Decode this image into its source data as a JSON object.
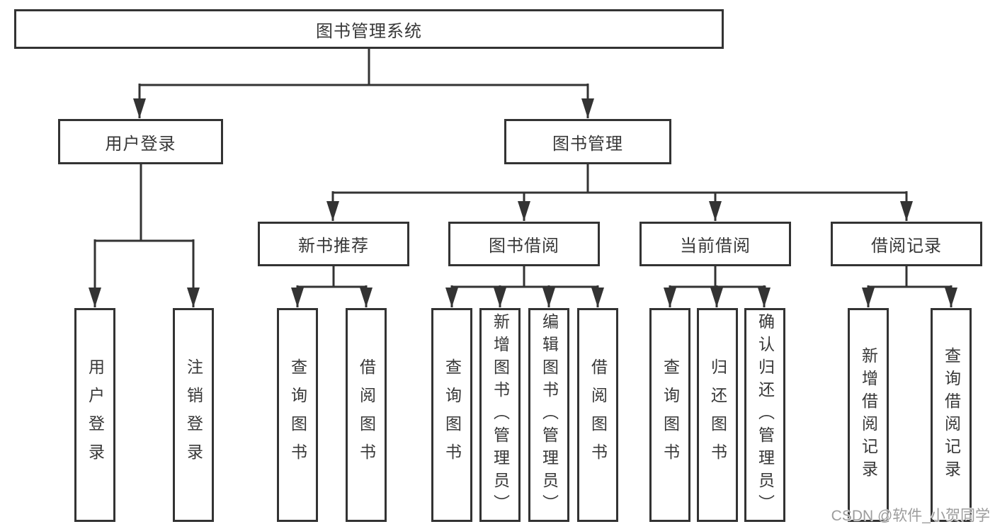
{
  "root": {
    "label": "图书管理系统"
  },
  "nodes": {
    "user_login": {
      "label": "用户登录"
    },
    "book_management": {
      "label": "图书管理"
    },
    "new_book_recommend": {
      "label": "新书推荐"
    },
    "book_borrowing": {
      "label": "图书借阅"
    },
    "current_borrowing": {
      "label": "当前借阅"
    },
    "borrowing_records": {
      "label": "借阅记录"
    }
  },
  "leaves": {
    "user_login": {
      "label": "用户登录",
      "parent": "用户登录"
    },
    "logout": {
      "label": "注销登录",
      "parent": "用户登录"
    },
    "nb_query_books": {
      "label": "查询图书",
      "parent": "新书推荐"
    },
    "nb_borrow_books": {
      "label": "借阅图书",
      "parent": "新书推荐"
    },
    "bb_query_books": {
      "label": "查询图书",
      "parent": "图书借阅"
    },
    "bb_add_books_admin": {
      "label": "新增图书（管理员）",
      "parent": "图书借阅"
    },
    "bb_edit_books_admin": {
      "label": "编辑图书（管理员）",
      "parent": "图书借阅"
    },
    "bb_borrow_books": {
      "label": "借阅图书",
      "parent": "图书借阅"
    },
    "cb_query_books": {
      "label": "查询图书",
      "parent": "当前借阅"
    },
    "cb_return_books": {
      "label": "归还图书",
      "parent": "当前借阅"
    },
    "cb_confirm_return_admin": {
      "label": "确认归还（管理员）",
      "parent": "当前借阅"
    },
    "br_add_record": {
      "label": "新增借阅记录",
      "parent": "借阅记录"
    },
    "br_query_record": {
      "label": "查询借阅记录",
      "parent": "借阅记录"
    }
  },
  "watermark": "CSDN @软件_小贺同学",
  "colors": {
    "line": "#333333",
    "box_border": "#333333",
    "box_background": "#ffffff",
    "text": "#383838",
    "watermark": "#9c9c9c",
    "background": "#ffffff"
  }
}
